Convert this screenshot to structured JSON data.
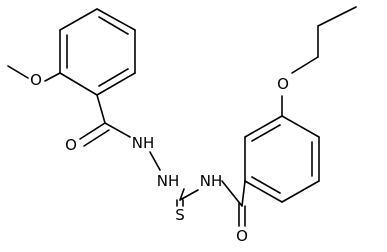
{
  "diagram": {
    "type": "chemical-structure",
    "colors": {
      "bond": "#000000",
      "label": "#000000",
      "background": "#ffffff"
    },
    "labels": {
      "methoxy_o": "O",
      "ring1_carbonyl_o": "O",
      "hydrazide_nh_1": "NH",
      "hydrazide_nh_2": "NH",
      "amide_nh": "NH",
      "thiocarbonyl_s": "S",
      "ring2_carbonyl_o": "O",
      "propoxy_o": "O"
    }
  }
}
